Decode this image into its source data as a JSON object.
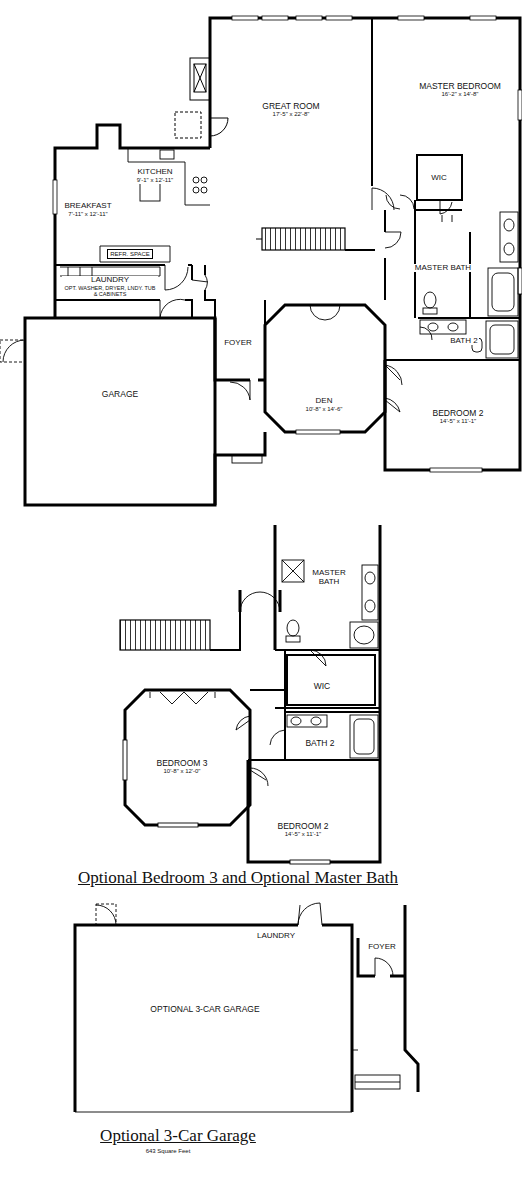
{
  "diagram": {
    "nodes": [
      {
        "text": [
          "GREAT ROOM",
          "17'-5\" x 22'-8\""
        ]
      },
      {
        "text": [
          "MASTER BEDROOM",
          "16'-2\" x 14'-8\""
        ]
      },
      {
        "text": [
          "KITCHEN",
          "9'-1\" x 12'-11\""
        ]
      },
      {
        "text": [
          "BREAKFAST",
          "7'-11\" x 12'-11\""
        ]
      },
      {
        "text": [
          "WIC"
        ]
      },
      {
        "text": [
          "REFR. SPACE"
        ]
      },
      {
        "text": [
          "MASTER BATH"
        ]
      },
      {
        "text": [
          "LAUNDRY",
          "OPT. WASHER, DRYER, LNDY. TUB & CABINETS"
        ]
      },
      {
        "text": [
          "BATH 2"
        ]
      },
      {
        "text": [
          "FOYER"
        ]
      },
      {
        "text": [
          "DEN",
          "10'-8\" x 14'-6\""
        ]
      },
      {
        "text": [
          "GARAGE"
        ]
      },
      {
        "text": [
          "BEDROOM 2",
          "14'-5\" x 11'-1\""
        ]
      },
      {
        "text": [
          "MASTER BATH"
        ]
      },
      {
        "text": [
          "WIC"
        ]
      },
      {
        "text": [
          "BATH 2"
        ]
      },
      {
        "text": [
          "BEDROOM 3",
          "10'-8\" x 12'-0\""
        ]
      },
      {
        "text": [
          "BEDROOM 2",
          "14'-5\" x 11'-1\""
        ]
      },
      {
        "text": [
          "LAUNDRY"
        ]
      },
      {
        "text": [
          "FOYER"
        ]
      },
      {
        "text": [
          "OPTIONAL 3-CAR GARAGE"
        ]
      }
    ],
    "labels": [
      "Optional Bedroom 3 and Optional Master Bath",
      "Optional 3-Car Garage",
      "643 Square Feet"
    ]
  }
}
